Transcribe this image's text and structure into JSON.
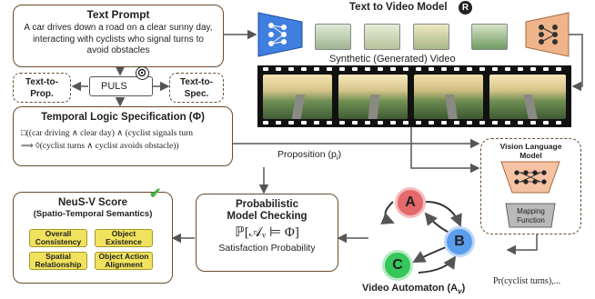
{
  "text_prompt": {
    "title": "Text Prompt",
    "body": "A car drives down a road on a clear sunny day, interacting with cyclists who signal turns to avoid obstacles"
  },
  "puls": {
    "label": "PULS"
  },
  "text_to_prop": {
    "label": "Text-to-Prop."
  },
  "text_to_spec": {
    "label": "Text-to-Spec."
  },
  "tl_spec": {
    "title": "Temporal Logic Specification (Φ)",
    "line1": "□((car driving ∧ clear day) ∧ (cyclist signals turn",
    "line2": "⟹ ◊(cyclist turns ∧ cyclist avoids obstacle))"
  },
  "t2v_model": {
    "title": "Text to Video Model"
  },
  "synthetic_video": {
    "label": "Synthetic (Generated) Video"
  },
  "proposition": {
    "label": "Proposition (p",
    "sub": "i",
    "close": ")"
  },
  "vlm": {
    "title": "Vision Language Model",
    "mapping": "Mapping Function"
  },
  "neusv": {
    "title": "NeuS-V Score",
    "subtitle": "(Spatio-Temporal Semantics)",
    "metrics": [
      "Overall Consistency",
      "Object Existence",
      "Spatial Relationship",
      "Object Action Alignment"
    ]
  },
  "model_checking": {
    "title": "Probabilistic Model Checking",
    "formula": "ℙ[𝒜ᵥ ⊨ Φ]",
    "caption": "Satisfaction Probability"
  },
  "automaton": {
    "states": [
      "A",
      "B",
      "C"
    ],
    "label": "Video Automaton (A",
    "label_sub": "v",
    "label_close": ")",
    "prob": "Pr(cyclist turns),..."
  }
}
